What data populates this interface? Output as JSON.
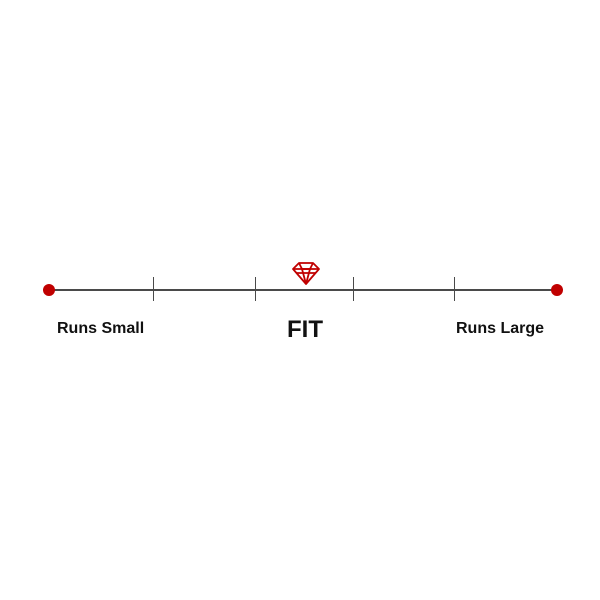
{
  "fit_scale": {
    "left_label": "Runs Small",
    "center_label": "FIT",
    "right_label": "Runs Large",
    "marker_icon": "gem-icon",
    "marker_position_fraction": 0.5,
    "tick_count": 4,
    "colors": {
      "accent": "#c00000",
      "line": "#4a4a4a",
      "text": "#111111"
    }
  }
}
